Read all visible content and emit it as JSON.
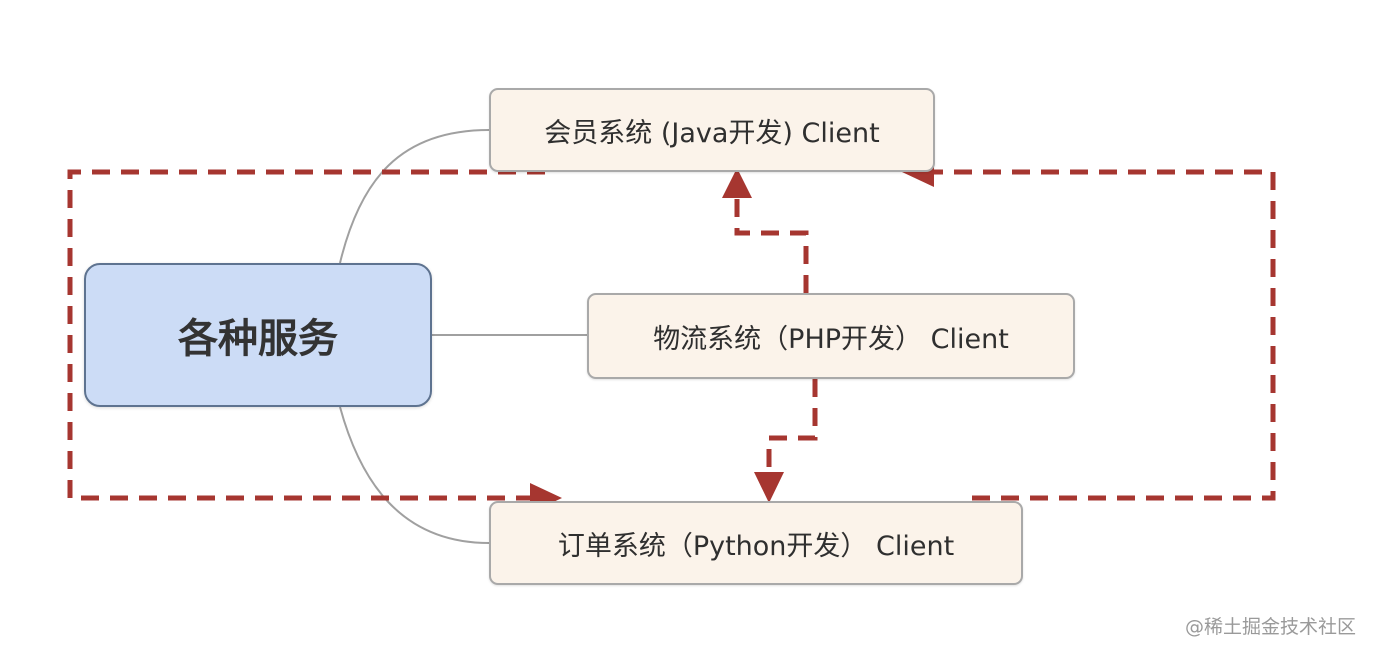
{
  "diagram": {
    "root": {
      "label": "各种服务"
    },
    "clients": [
      {
        "label": "会员系统 (Java开发) Client"
      },
      {
        "label": "物流系统（PHP开发） Client"
      },
      {
        "label": "订单系统（Python开发） Client"
      }
    ],
    "colors": {
      "root_fill": "#ccdcf6",
      "root_border": "#5e7390",
      "client_fill": "#fbf3ea",
      "client_border": "#a9a9a9",
      "connector": "#a0a0a0",
      "flow_dashed": "#a63630"
    }
  },
  "watermark": "@稀土掘金技术社区"
}
